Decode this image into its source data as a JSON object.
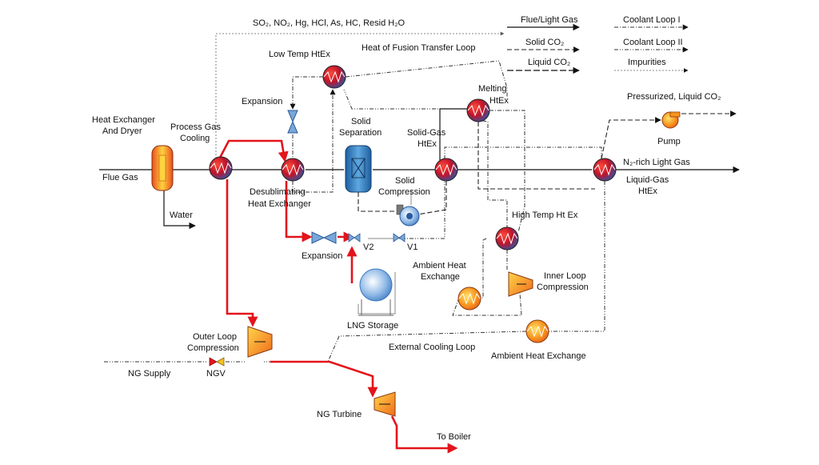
{
  "labels": {
    "impurities_stream": "SO₂, NO₂, Hg, HCl, As, HC, Resid H₂O",
    "low_temp_htex": "Low Temp HtEx",
    "heat_of_fusion_loop": "Heat of Fusion Transfer Loop",
    "expansion_top": "Expansion",
    "melting_htex_1": "Melting",
    "melting_htex_2": "HtEx",
    "pressurized_co2": "Pressurized, Liquid CO₂",
    "heat_exchanger_dryer_1": "Heat Exchanger",
    "heat_exchanger_dryer_2": "And Dryer",
    "process_gas_cooling_1": "Process Gas",
    "process_gas_cooling_2": "Cooling",
    "solid_separation_1": "Solid",
    "solid_separation_2": "Separation",
    "solid_gas_htex_1": "Solid-Gas",
    "solid_gas_htex_2": "HtEx",
    "pump": "Pump",
    "flue_gas": "Flue Gas",
    "n2_light_gas": "N₂-rich Light Gas",
    "liquid_gas_htex_1": "Liquid-Gas",
    "liquid_gas_htex_2": "HtEx",
    "solid_compression_1": "Solid",
    "solid_compression_2": "Compression",
    "desublimating_1": "Desublimating",
    "desublimating_2": "Heat Exchanger",
    "water": "Water",
    "high_temp_htex": "High Temp Ht Ex",
    "expansion_mid": "Expansion",
    "v2": "V2",
    "v1": "V1",
    "ambient_heat_exchange_1": "Ambient Heat",
    "ambient_heat_exchange_2": "Exchange",
    "inner_loop_1": "Inner Loop",
    "inner_loop_2": "Compression",
    "lng_storage": "LNG Storage",
    "outer_loop_1": "Outer Loop",
    "outer_loop_2": "Compression",
    "external_cooling_loop": "External Cooling Loop",
    "ambient_heat_exchange_bottom": "Ambient Heat Exchange",
    "ng_supply": "NG Supply",
    "ngv": "NGV",
    "ng_turbine": "NG Turbine",
    "to_boiler": "To Boiler"
  },
  "legend": {
    "flue_light_gas": "Flue/Light Gas",
    "solid_co2": "Solid CO₂",
    "liquid_co2": "Liquid CO₂",
    "coolant_loop_1": "Coolant Loop I",
    "coolant_loop_2": "Coolant Loop II",
    "impurities": "Impurities"
  },
  "colors": {
    "stream_red": "#e3141b",
    "hx_blue": "#3a5fa8",
    "hx_red": "#d81a22",
    "vessel_blue": "#2e7fc4",
    "orange": "#f7941d"
  }
}
